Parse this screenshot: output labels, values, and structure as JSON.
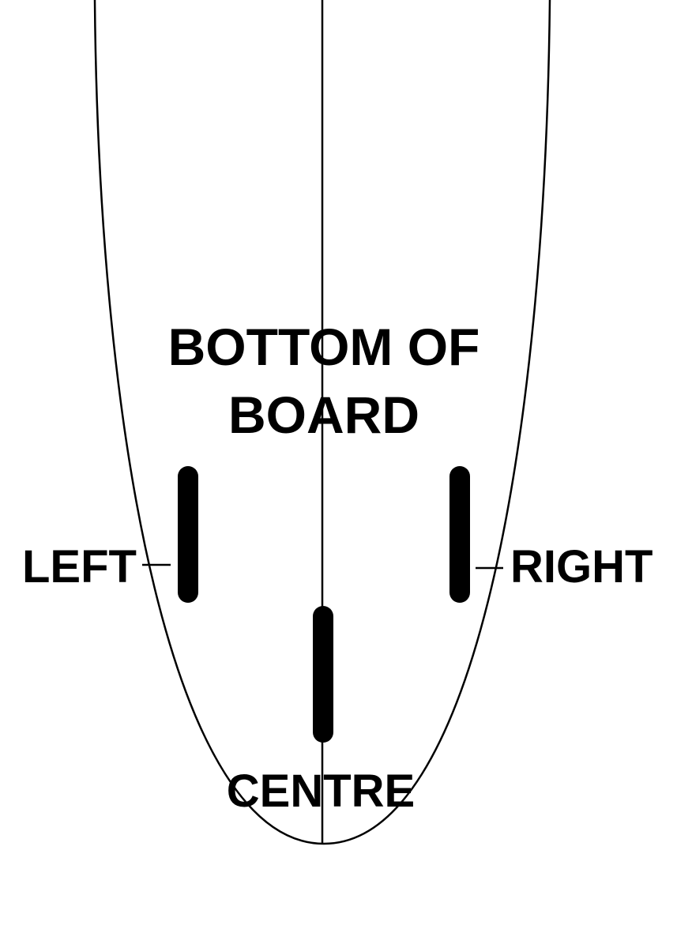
{
  "diagram": {
    "title": {
      "line1": "BOTTOM OF",
      "line2": "BOARD"
    },
    "labels": {
      "left": "LEFT",
      "right": "RIGHT",
      "centre": "CENTRE"
    },
    "colors": {
      "ink": "#000000",
      "background": "#ffffff"
    }
  }
}
